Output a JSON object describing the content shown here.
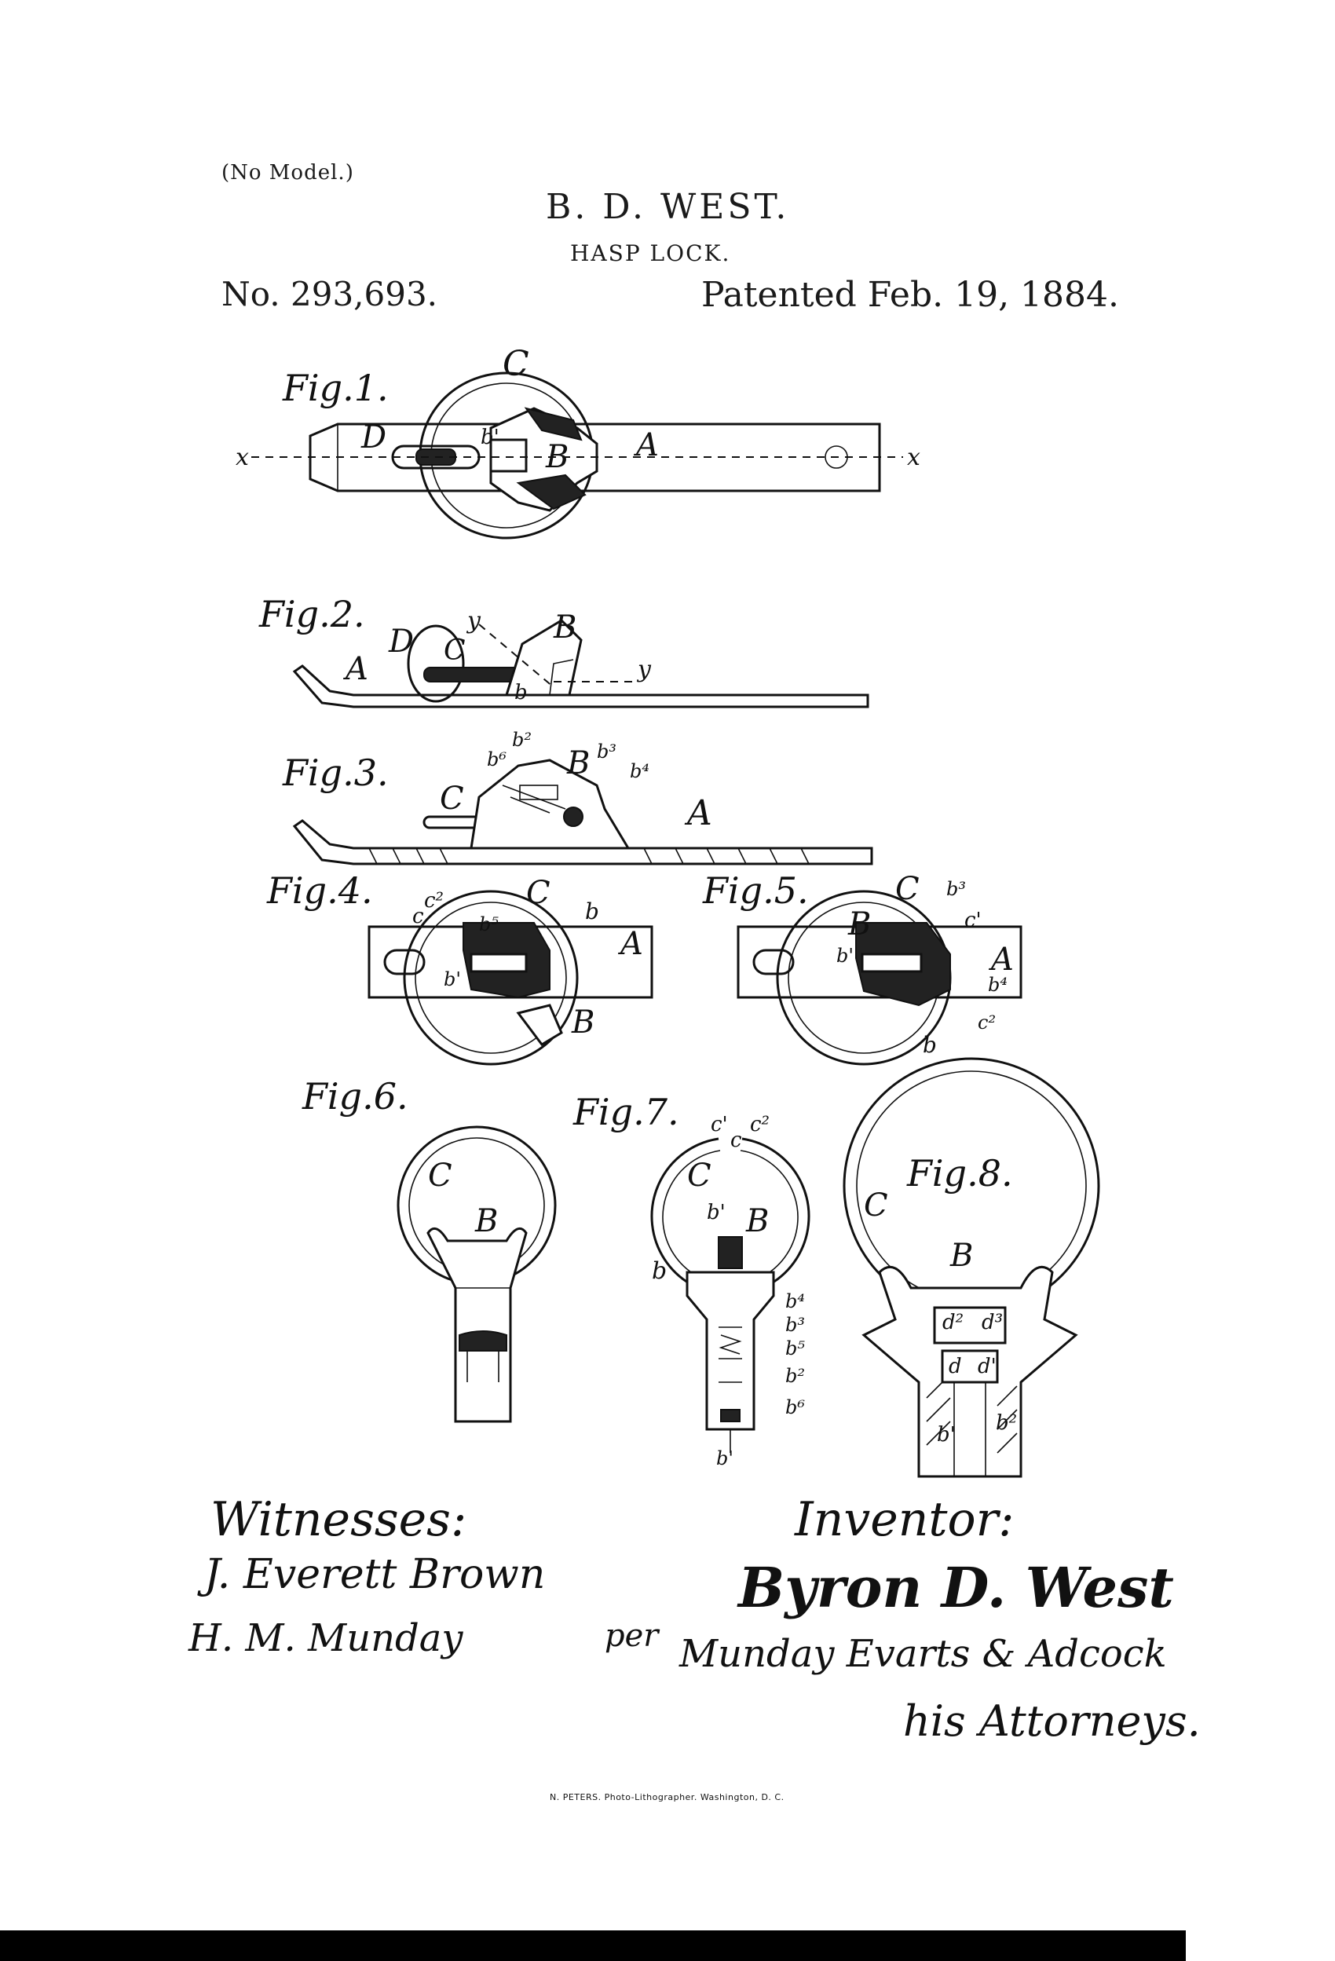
{
  "header": {
    "model_note": "(No Model.)",
    "inventor": "B. D. WEST.",
    "title": "HASP LOCK.",
    "patent_number": "No. 293,693.",
    "patent_date": "Patented Feb. 19, 1884."
  },
  "figures": {
    "fig1": "Fig.1.",
    "fig2": "Fig.2.",
    "fig3": "Fig.3.",
    "fig4": "Fig.4.",
    "fig5": "Fig.5.",
    "fig6": "Fig.6.",
    "fig7": "Fig.7.",
    "fig8": "Fig.8."
  },
  "labels": {
    "A": "A",
    "B": "B",
    "C": "C",
    "D": "D",
    "x": "x",
    "y": "y",
    "b": "b",
    "c": "c",
    "d": "d",
    "b1": "b'",
    "b2": "b²",
    "b3": "b³",
    "b4": "b⁴",
    "b5": "b⁵",
    "b6": "b⁶",
    "c1": "c'",
    "c2": "c²",
    "d1": "d'",
    "d2": "d²",
    "d3": "d³"
  },
  "signatures": {
    "witnesses_label": "Witnesses:",
    "witness_1": "J. Everett Brown",
    "witness_2": "H. M. Munday",
    "inventor_label": "Inventor:",
    "inventor_signature": "Byron D. West",
    "per": "per",
    "attorneys": "Munday Evarts & Adcock",
    "attorneys_label": "his Attorneys."
  },
  "printer": "N. PETERS. Photo-Lithographer. Washington, D. C."
}
